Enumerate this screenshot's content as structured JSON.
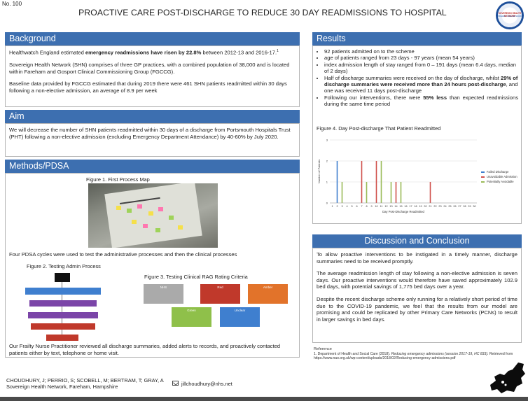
{
  "poster": {
    "number": "No. 100",
    "title": "PROACTIVE CARE POST-DISCHARGE TO REDUCE 30 DAY READMISSIONS TO HOSPITAL"
  },
  "logo": {
    "line1": "SOVEREIGN HEALTH NETWORK",
    "line2": "PRIMARY CARE NETWORK"
  },
  "background": {
    "heading": "Background",
    "p1_pre": "Healthwatch England estimated ",
    "p1_bold": "emergency readmissions have risen by 22.8%",
    "p1_post": " between 2012-13 and 2016-17.",
    "p1_sup": "1",
    "p2": "Sovereign Health Network (SHN) comprises of three GP practices, with a combined population of 38,000 and is located within Fareham and Gosport Clinical Commissioning Group (FGCCG).",
    "p3": "Baseline data provided by FGCCG estimated that during 2019 there were 461 SHN patients readmitted within 30 days following a non-elective admission, an average of 8.9 per week"
  },
  "aim": {
    "heading": "Aim",
    "text": "We will decrease the number of SHN patients readmitted within 30 days of a discharge from Portsmouth Hospitals Trust (PHT) following a non-elective admission (excluding Emergency Department Attendance) by 40-60% by July 2020."
  },
  "methods": {
    "heading": "Methods/PDSA",
    "fig1": "Figure 1. First Process Map",
    "pdsa": "Four PDSA cycles were used to test the administrative processes and then the clinical processes",
    "fig2": "Figure 2. Testing Admin Process",
    "fig3": "Figure 3. Testing Clinical RAG Rating Criteria",
    "rag": {
      "nhs": "NHS",
      "red": "Red",
      "amber": "Amber",
      "green": "Green",
      "unclear": "Unclear"
    },
    "closing": "Our Frailty Nurse Practitioner reviewed all discharge summaries, added alerts to records, and proactively contacted patients either by text, telephone or home visit."
  },
  "authors": {
    "names": "CHOUDHURY, J; PERRIO, S; SCOBELL, M; BERTRAM, T; GRAY, A",
    "org": "Sovereign Health Network, Fareham, Hampshire",
    "email": "jillchoudhury@nhs.net"
  },
  "results": {
    "heading": "Results",
    "b1": "92 patients admitted on to the scheme",
    "b2": "age of patients ranged from 23 days - 97 years (mean 54 years)",
    "b3": "index admission length of stay ranged from  0 – 191 days (mean 6.4 days, median of 2 days)",
    "b4_pre": "Half of discharge summaries were received on the day of discharge, whilst ",
    "b4_bold": "29% of discharge summaries were received more than 24 hours post-discharge",
    "b4_post": ", and one was received 11 days post-discharge",
    "b5_pre": "Following our interventions, there were ",
    "b5_bold": "55% less",
    "b5_post": " than expected readmissions during the same time period",
    "fig4": "Figure 4. Day Post-discharge That Patient Readmitted"
  },
  "discussion": {
    "heading": "Discussion and Conclusion",
    "p1": "To allow proactive interventions to be instigated in a timely manner, discharge summaries need to be received promptly.",
    "p2": "The average readmission length of stay following a non-elective admission is seven days. Our proactive interventions would therefore have saved approximately 102.9 bed days, with potential savings of 1,775 bed days over a year.",
    "p3": "Despite the recent discharge scheme only running for a relatively short period of time due to the COVID-19 pandemic, we feel that the results from our model are promising and could be replicated by other Primary Care Networks (PCNs) to result in larger savings in bed days."
  },
  "reference": {
    "heading": "Reference",
    "r1_pre": "1. Department of Health and Social Care (2018). ",
    "r1_italic": "Reducing emergency admissions  (session 2017-19, HC 833).",
    "r1_post": " Retrieved from https://www.nao.org.uk/wp-content/uploads/2018/02/Reducing-emergency-admissions.pdf"
  },
  "colors": {
    "accent": "#3d6fb0",
    "failed": "#3f7fcf",
    "unavoidable": "#d0504c",
    "potentially": "#9bbb59"
  },
  "chart_data": {
    "type": "bar",
    "title": "",
    "xlabel": "Day Post-Discharge  Readmitted",
    "ylabel": "Number of Patients",
    "x": [
      1,
      2,
      3,
      4,
      5,
      6,
      7,
      8,
      9,
      10,
      11,
      12,
      13,
      14,
      15,
      16,
      17,
      18,
      19,
      20,
      21,
      22,
      23,
      24,
      25,
      26,
      27,
      28,
      29,
      30
    ],
    "ylim": [
      0,
      3
    ],
    "yticks": [
      0,
      1,
      2,
      3
    ],
    "grid": true,
    "legend_position": "right",
    "series": [
      {
        "name": "Failed Discharge",
        "color": "#3f7fcf",
        "points": [
          [
            2,
            2
          ]
        ]
      },
      {
        "name": "Unavoidable Admission",
        "color": "#d0504c",
        "points": [
          [
            7,
            2
          ],
          [
            10,
            2
          ],
          [
            14,
            1
          ],
          [
            21,
            1
          ]
        ]
      },
      {
        "name": "Potentially Avoidable",
        "color": "#9bbb59",
        "points": [
          [
            3,
            1
          ],
          [
            8,
            1
          ],
          [
            11,
            2
          ],
          [
            13,
            1
          ],
          [
            15,
            1
          ]
        ]
      }
    ]
  }
}
